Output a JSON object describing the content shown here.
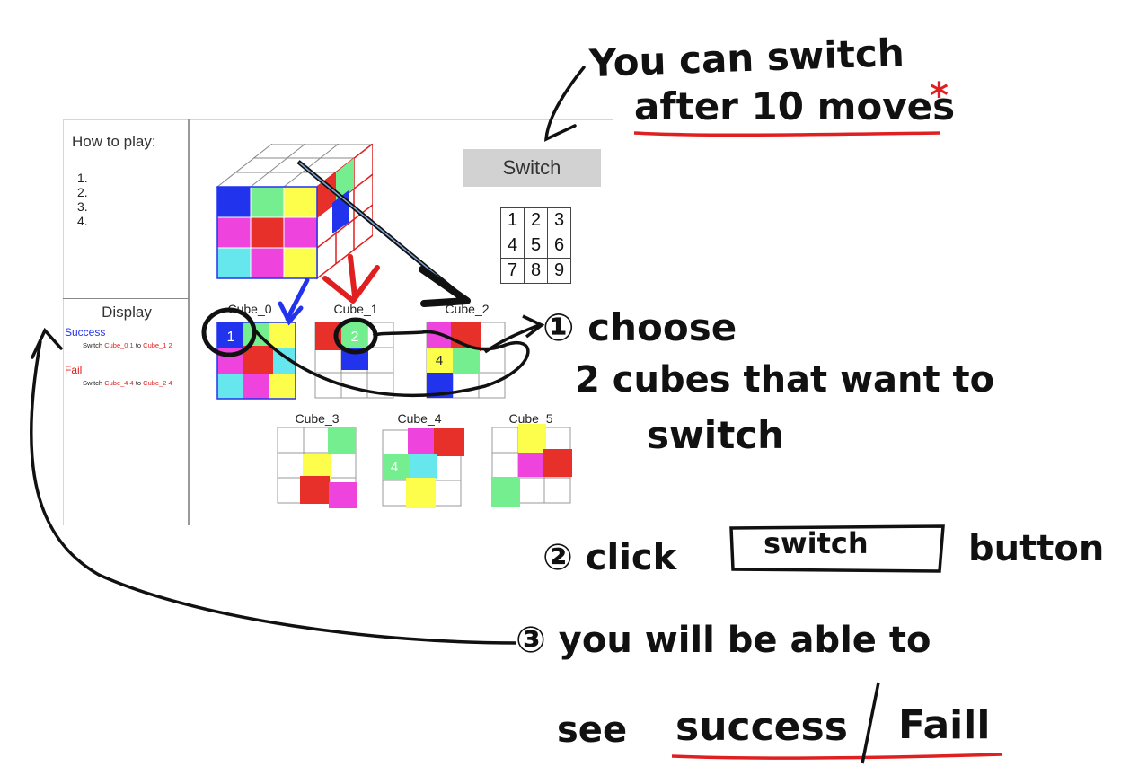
{
  "app": {
    "how_to_play": {
      "title": "How to play:",
      "steps": [
        "1.",
        "2.",
        "3.",
        "4."
      ]
    },
    "display": {
      "title": "Display",
      "log": [
        {
          "status": "Success",
          "detail_prefix": "Switch",
          "from": "Cube_0 1",
          "to_word": "to",
          "to": "Cube_1 2"
        },
        {
          "status": "Fail",
          "detail_prefix": "Switch",
          "from": "Cube_4 4",
          "to_word": "to",
          "to": "Cube_2 4"
        }
      ]
    },
    "switch_button": "Switch",
    "keypad": [
      [
        "1",
        "2",
        "3"
      ],
      [
        "4",
        "5",
        "6"
      ],
      [
        "7",
        "8",
        "9"
      ]
    ],
    "cubes": [
      {
        "label": "Cube_0",
        "badge": "1"
      },
      {
        "label": "Cube_1",
        "badge": "2"
      },
      {
        "label": "Cube_2",
        "badge": "4"
      },
      {
        "label": "Cube_3",
        "badge": ""
      },
      {
        "label": "Cube_4",
        "badge": "4"
      },
      {
        "label": "Cube_5",
        "badge": ""
      }
    ],
    "colors": {
      "blue": "#2233ee",
      "green": "#74ee8e",
      "yellow": "#fdfd4c",
      "magenta": "#ee44dd",
      "red": "#e8302a",
      "cyan": "#66e7ee",
      "success": "#2233ee",
      "fail": "#e02020"
    }
  },
  "annotations": {
    "top_note_line1": "You can switch",
    "top_note_line2": "after 10 moves",
    "asterisk": "*",
    "step1_line1": "① choose",
    "step1_line2": "2 cubes that want to",
    "step1_line3": "switch",
    "step2_prefix": "② click",
    "step2_box": "switch",
    "step2_suffix": "button",
    "step3_line1": "③ you will be able to",
    "step3_line2_prefix": "see",
    "step3_line2_success": "success",
    "step3_line2_slash": "/",
    "step3_line2_fail": "Faill"
  }
}
